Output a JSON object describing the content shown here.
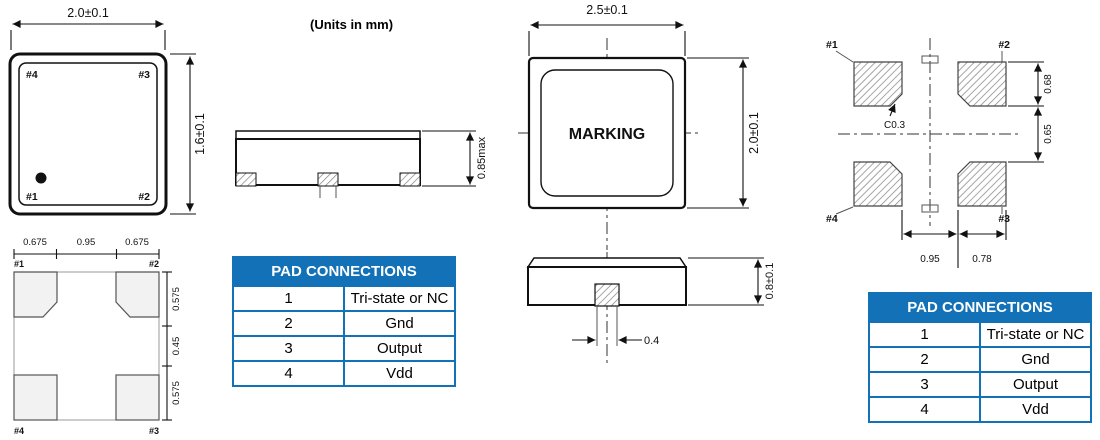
{
  "units_note": "(Units in mm)",
  "colors": {
    "table_header_blue": "#1371b8",
    "line_color": "#111111"
  },
  "pkg1": {
    "dim_width": "2.0±0.1",
    "dim_height": "1.6±0.1",
    "pin_tl": "#4",
    "pin_tr": "#3",
    "pin_bl": "#1",
    "pin_br": "#2"
  },
  "land1": {
    "dim_top_left": "0.675",
    "dim_top_mid": "0.95",
    "dim_top_right": "0.675",
    "dim_side_top": "0.575",
    "dim_side_mid": "0.45",
    "dim_side_bot": "0.575",
    "pin_tl": "#1",
    "pin_tr": "#2",
    "pin_bl": "#4",
    "pin_br": "#3"
  },
  "side1": {
    "dim_height": "0.85max"
  },
  "pkg2": {
    "dim_width": "2.5±0.1",
    "dim_height": "2.0±0.1",
    "marking": "MARKING"
  },
  "side2": {
    "dim_height": "0.8±0.1",
    "dim_pad_width": "0.4"
  },
  "land2": {
    "pin_tl": "#1",
    "pin_tr": "#2",
    "pin_bl": "#4",
    "pin_br": "#3",
    "chamfer_note": "C0.3",
    "dim_pad_height": "0.68",
    "dim_gap": "0.65",
    "dim_bottom_left": "0.95",
    "dim_bottom_right": "0.78"
  },
  "pad_table": {
    "header": "PAD CONNECTIONS",
    "rows": [
      {
        "num": "1",
        "label": "Tri-state or NC"
      },
      {
        "num": "2",
        "label": "Gnd"
      },
      {
        "num": "3",
        "label": "Output"
      },
      {
        "num": "4",
        "label": "Vdd"
      }
    ]
  }
}
